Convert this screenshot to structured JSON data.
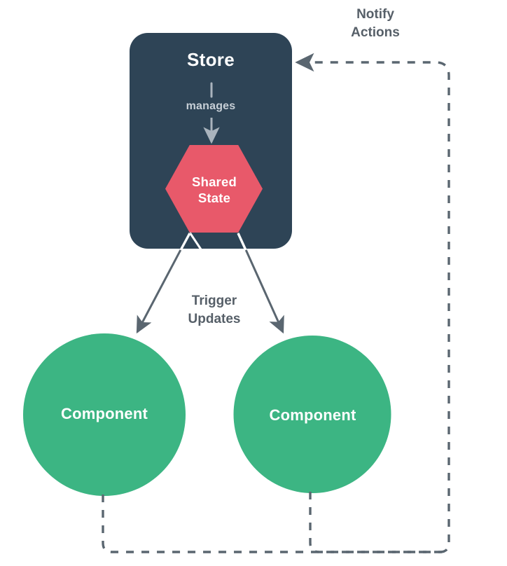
{
  "diagram": {
    "title": "Store / Shared State / Component flow",
    "background": "#ffffff",
    "colors": {
      "store_fill": "#2e4456",
      "shared_state_fill": "#e8596a",
      "component_fill": "#3cb583",
      "arrow_solid": "#5a6670",
      "arrow_dashed": "#5a6670",
      "label_dark": "#565f68",
      "label_light": "#c7cfd6",
      "label_white": "#ffffff"
    },
    "nodes": {
      "store": {
        "label": "Store",
        "shape": "rounded-rectangle",
        "fill": "#2e4456"
      },
      "manages": {
        "label": "manages",
        "shape": "edge-label"
      },
      "shared_state": {
        "label": "Shared\nState",
        "shape": "hexagon",
        "fill": "#e8596a"
      },
      "component_left": {
        "label": "Component",
        "shape": "circle",
        "fill": "#3cb583"
      },
      "component_right": {
        "label": "Component",
        "shape": "circle",
        "fill": "#3cb583"
      }
    },
    "edges": {
      "manages_edge": {
        "label": "manages",
        "from": "store",
        "to": "shared_state",
        "style": "solid",
        "arrow": true
      },
      "trigger_updates": {
        "label": "Trigger\nUpdates",
        "from": "shared_state",
        "to": "components",
        "style": "solid",
        "arrow": true
      },
      "notify_actions": {
        "label": "Notify\nActions",
        "from": "components",
        "to": "store",
        "style": "dashed",
        "arrow": true
      }
    }
  }
}
